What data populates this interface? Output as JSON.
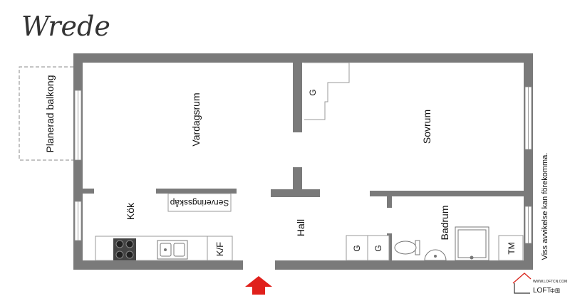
{
  "brand": {
    "logo_text": "Wrede",
    "footer_logo": "LOFT",
    "footer_logo_suffix": "中国",
    "footer_tagline": "WWW.LOFTCN.COM"
  },
  "rooms": {
    "balcony": "Planerad balkong",
    "living": "Vardagsrum",
    "kitchen": "Kök",
    "serving": "Serveringsskåp",
    "hall": "Hall",
    "bedroom": "Sovrum",
    "bathroom": "Badrum"
  },
  "fixtures": {
    "wardrobe": "G",
    "fridge_freezer": "K/F",
    "washing_machine": "TM"
  },
  "disclaimer": "Viss avvikelse kan förekomma.",
  "colors": {
    "wall": "#7a7a7a",
    "entrance_arrow": "#e0201b"
  }
}
